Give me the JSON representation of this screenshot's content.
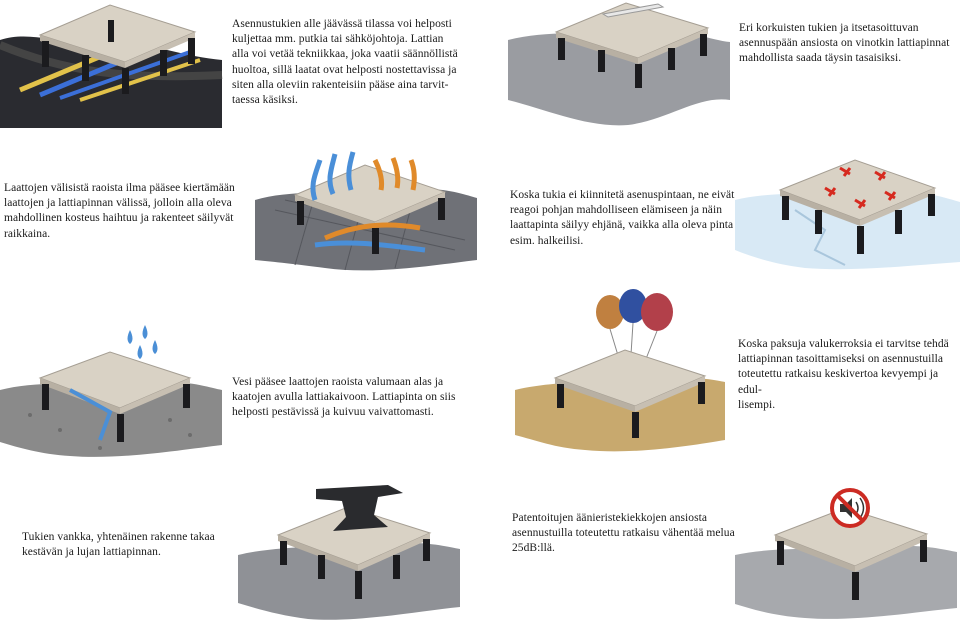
{
  "cells": [
    {
      "text": "Asennustukien alle jäävässä tilassa voi helposti\nkuljettaa mm. putkia tai sähköjohtoja. Lattian\nalla voi vetää tekniikkaa, joka vaatii säännöllistä\nhuoltoa, sillä laatat ovat helposti nostettavissa ja\nsiten alla oleviin rakenteisiin pääse aina tarvit-\ntaessa käsiksi."
    },
    {
      "text": "Eri korkuisten tukien ja itsetasoittuvan\nasennuspään ansiosta on vinotkin lattiapinnat\nmahdollista saada täysin tasaisiksi."
    },
    {
      "text": "Laattojen välisistä raoista ilma pääsee kiertämään\nlaattojen ja lattiapinnan välissä, jolloin alla oleva\nmahdollinen kosteus haihtuu ja rakenteet säilyvät\nraikkaina."
    },
    {
      "text": "Koska tukia ei kiinnitetä asenuspintaan, ne eivät\nreagoi pohjan mahdolliseen elämiseen ja näin\nlaattapinta säilyy ehjänä, vaikka alla oleva pinta\nesim. halkeilisi."
    },
    {
      "text": "Vesi pääsee laattojen raoista valumaan alas ja\nkaatojen avulla lattiakaivoon. Lattiapinta on siis\nhelposti pestävissä ja kuivuu vaivattomasti."
    },
    {
      "text": "Koska paksuja valukerroksia ei tarvitse tehdä\nlattiapinnan tasoittamiseksi on asennustuilla\ntoteutettu ratkaisu keskivertoa kevyempi ja edul-\nlisempi."
    },
    {
      "text": "Tukien vankka, yhtenäinen rakenne takaa\nkestävän ja lujan lattiapinnan."
    },
    {
      "text": "Patentoitujen äänieristekiekkojen ansiosta\nasennustuilla toteutettu ratkaisu vähentää melua\n25dB:llä."
    }
  ],
  "illustrations": [
    {
      "icon": "raised-floor-cables-icon",
      "ground": "#2a2b30",
      "accent": "#e2c24a"
    },
    {
      "icon": "raised-floor-level-icon",
      "ground": "#9a9ca1",
      "accent": "#c8c8c8"
    },
    {
      "icon": "raised-floor-airflow-icon",
      "ground": "#6f7177",
      "accent": "#e08a2a"
    },
    {
      "icon": "raised-floor-crack-icon",
      "ground": "#d8e9f5",
      "accent": "#d62a1f"
    },
    {
      "icon": "raised-floor-water-icon",
      "ground": "#8a8a8a",
      "accent": "#4b8fd6"
    },
    {
      "icon": "raised-floor-balloons-icon",
      "ground": "#c8a96e",
      "accent": "#b2404a"
    },
    {
      "icon": "raised-floor-anvil-icon",
      "ground": "#8f9196",
      "accent": "#2a2b2e"
    },
    {
      "icon": "raised-floor-noise-icon",
      "ground": "#a7a9ad",
      "accent": "#cc2b23"
    }
  ]
}
